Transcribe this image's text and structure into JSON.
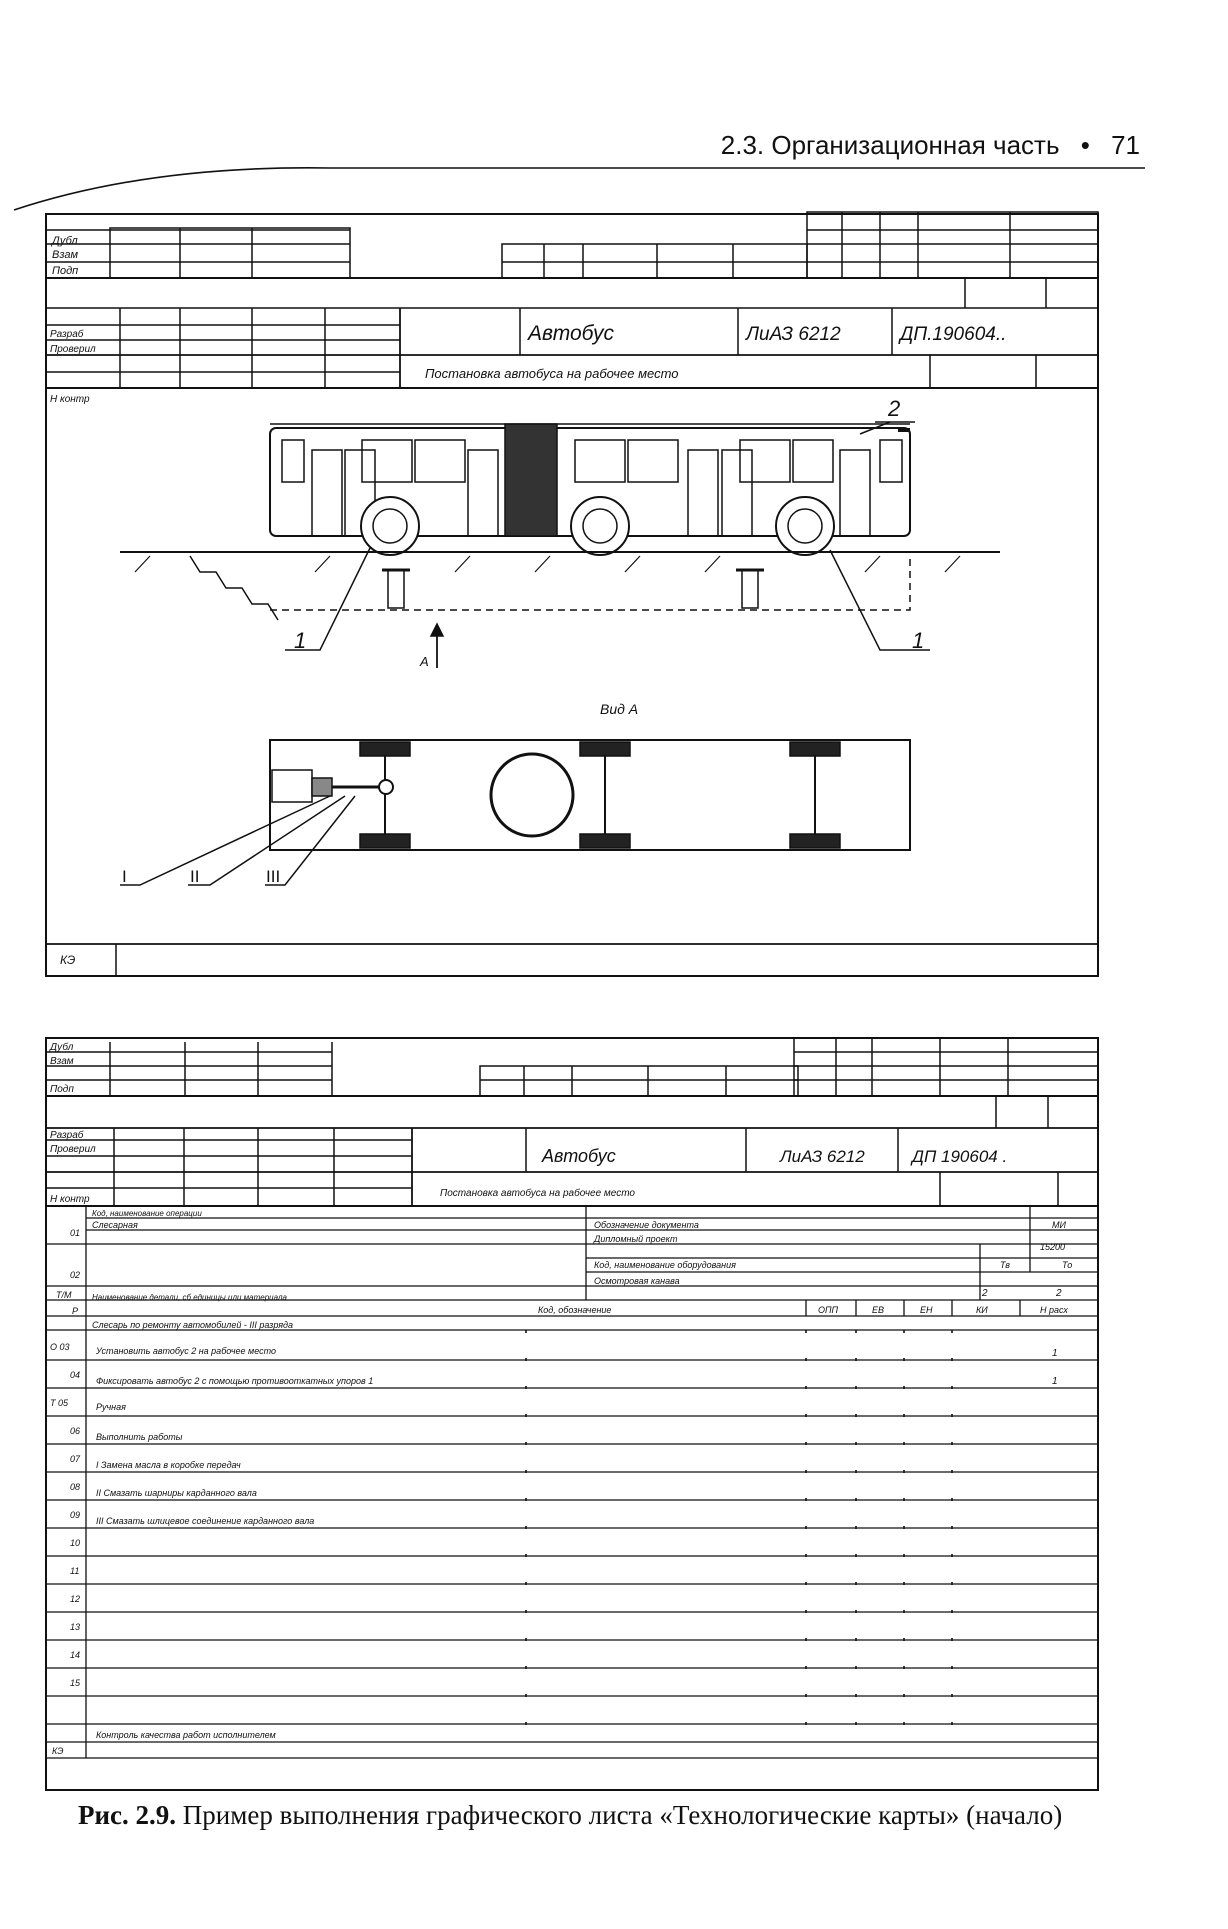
{
  "header": {
    "section": "2.3. Организационная часть",
    "bullet": "•",
    "page_number": "71"
  },
  "sheet1": {
    "stamp_rows": [
      "Дубл",
      "Взам",
      "Подп"
    ],
    "roles": [
      "Разраб",
      "Проверил",
      "Н контр"
    ],
    "product": "Автобус",
    "model": "ЛиАЗ 6212",
    "designation": "ДП.190604..",
    "operation_title": "Постановка автобуса на рабочее место",
    "callouts": {
      "bus": "2",
      "stop_left": "1",
      "stop_right": "1",
      "view_arrow": "А"
    },
    "view_label": "Вид А",
    "roman": [
      "I",
      "II",
      "III"
    ],
    "footer_code": "КЭ"
  },
  "sheet2": {
    "stamp_rows": [
      "Дубл",
      "Взам",
      "Подп"
    ],
    "roles": [
      "Разраб",
      "Проверил",
      "Н контр"
    ],
    "product": "Автобус",
    "model": "ЛиАЗ 6212",
    "designation": "ДП 190604 .",
    "operation_title": "Постановка автобуса на рабочее место",
    "op_name_header": "Код, наименование операции",
    "op_name": "Слесарная",
    "doc_header": "Обозначение документа",
    "doc_value": "Дипломный проект",
    "equip_header": "Код, наименование оборудования",
    "equip_value": "Осмотровая канава",
    "mi_header": "МИ",
    "mi_value": "15200",
    "te_header": "Тв",
    "to_header": "То",
    "te_value": "2",
    "to_value": "2",
    "row_codes": [
      "01",
      "02",
      "Т/М",
      "Р",
      "О 03",
      "04",
      "Т 05",
      "06",
      "07",
      "08",
      "09",
      "10",
      "11",
      "12",
      "13",
      "14",
      "15",
      "КЭ"
    ],
    "part_header": "Наименование детали, сб единицы или материала",
    "code_header": "Код, обозначение",
    "col_headers": [
      "ОПП",
      "ЕВ",
      "ЕН",
      "КИ",
      "Н расх"
    ],
    "worker": "Слесарь по ремонту автомобилей - III разряда",
    "steps": [
      "Установить автобус 2 на рабочее место",
      "Фиксировать автобус 2 с помощью противооткатных упоров 1",
      "Ручная",
      "Выполнить работы",
      "I   Замена масла в коробке передач",
      "II   Смазать шарниры карданного вала",
      "III   Смазать шлицевое соединение карданного вала"
    ],
    "step_values": [
      "1",
      "1"
    ],
    "quality": "Контроль качества работ исполнителем"
  },
  "caption": {
    "number": "Рис. 2.9.",
    "text": "Пример выполнения графического листа «Технологические карты» (начало)"
  }
}
